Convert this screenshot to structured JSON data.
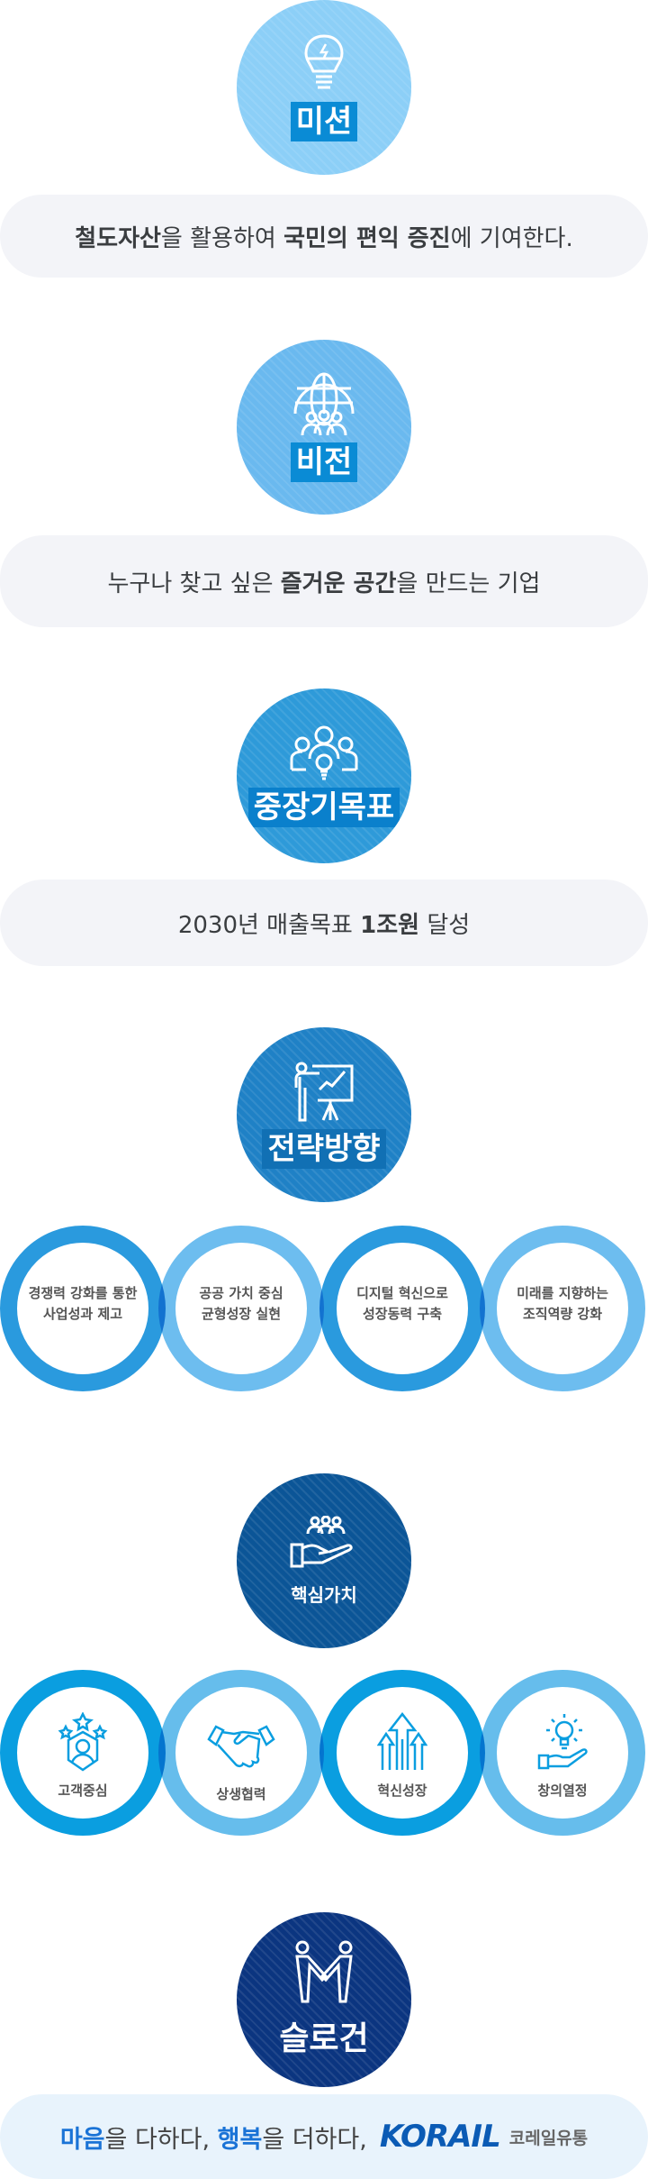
{
  "mission": {
    "title": "미션",
    "text_bold1": "철도자산",
    "text_1": "을 활용하여 ",
    "text_bold2": "국민의 편익 증진",
    "text_2": "에 기여한다."
  },
  "vision": {
    "title": "비전",
    "text_1": "누구나 찾고 싶은 ",
    "text_bold": "즐거운 공간",
    "text_2": "을 만드는 기업"
  },
  "goal": {
    "title": "중장기목표",
    "text_1": "2030년 매출목표 ",
    "text_bold": "1조원",
    "text_2": " 달성"
  },
  "strategy": {
    "title": "전략방향",
    "items": [
      {
        "line1": "경쟁력 강화를 통한",
        "line2": "사업성과 제고"
      },
      {
        "line1": "공공 가치 중심",
        "line2": "균형성장 실현"
      },
      {
        "line1": "디지털 혁신으로",
        "line2": "성장동력 구축"
      },
      {
        "line1": "미래를 지향하는",
        "line2": "조직역량 강화"
      }
    ]
  },
  "core_values": {
    "title": "핵심가치",
    "items": [
      {
        "label": "고객중심",
        "icon": "customer-icon"
      },
      {
        "label": "상생협력",
        "icon": "handshake-icon"
      },
      {
        "label": "혁신성장",
        "icon": "arrows-up-icon"
      },
      {
        "label": "창의열정",
        "icon": "idea-hand-icon"
      }
    ]
  },
  "slogan": {
    "title": "슬로건",
    "hl1": "마음",
    "t1": "을 다하다, ",
    "hl2": "행복",
    "t2": "을 더하다,",
    "logo": "KORAIL",
    "company": "코레일유통"
  },
  "colors": {
    "mission": "#8ccff7",
    "vision": "#6ab9ef",
    "goal": "#2e9ad9",
    "strategy": "#1f81c6",
    "core": "#0b5597",
    "slogan": "#0b3580",
    "highlight": "#1a73d6"
  }
}
